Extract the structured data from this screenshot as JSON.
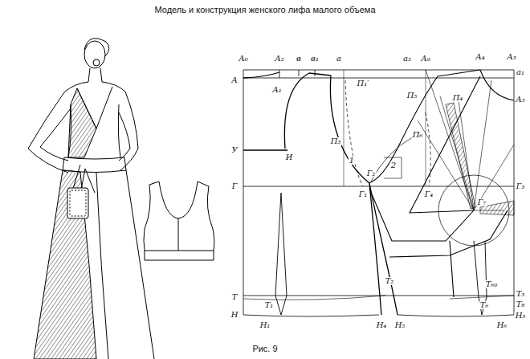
{
  "diagram": {
    "title": "Модель и конструкция женского лифа малого объема",
    "caption": "Рис. 9",
    "labels": [
      "А₀",
      "А₂",
      "в",
      "в₁",
      "а",
      "а₂",
      "А₉",
      "А₄",
      "А₃",
      "а₁",
      "А",
      "А₁",
      "П₁′",
      "П₅",
      "П₄",
      "А₅",
      "У",
      "И",
      "П₃",
      "П₆",
      "1",
      "2",
      "Г",
      "Г₂",
      "Г₁",
      "Г₄",
      "Г₃",
      "Г₇",
      "Т₂",
      "Т₆₀",
      "Т₃",
      "Т",
      "Т₁",
      "Т₈",
      "Т₆",
      "Н₃",
      "Н",
      "Н₁",
      "Н₄",
      "Н₅",
      "Н₆"
    ]
  }
}
